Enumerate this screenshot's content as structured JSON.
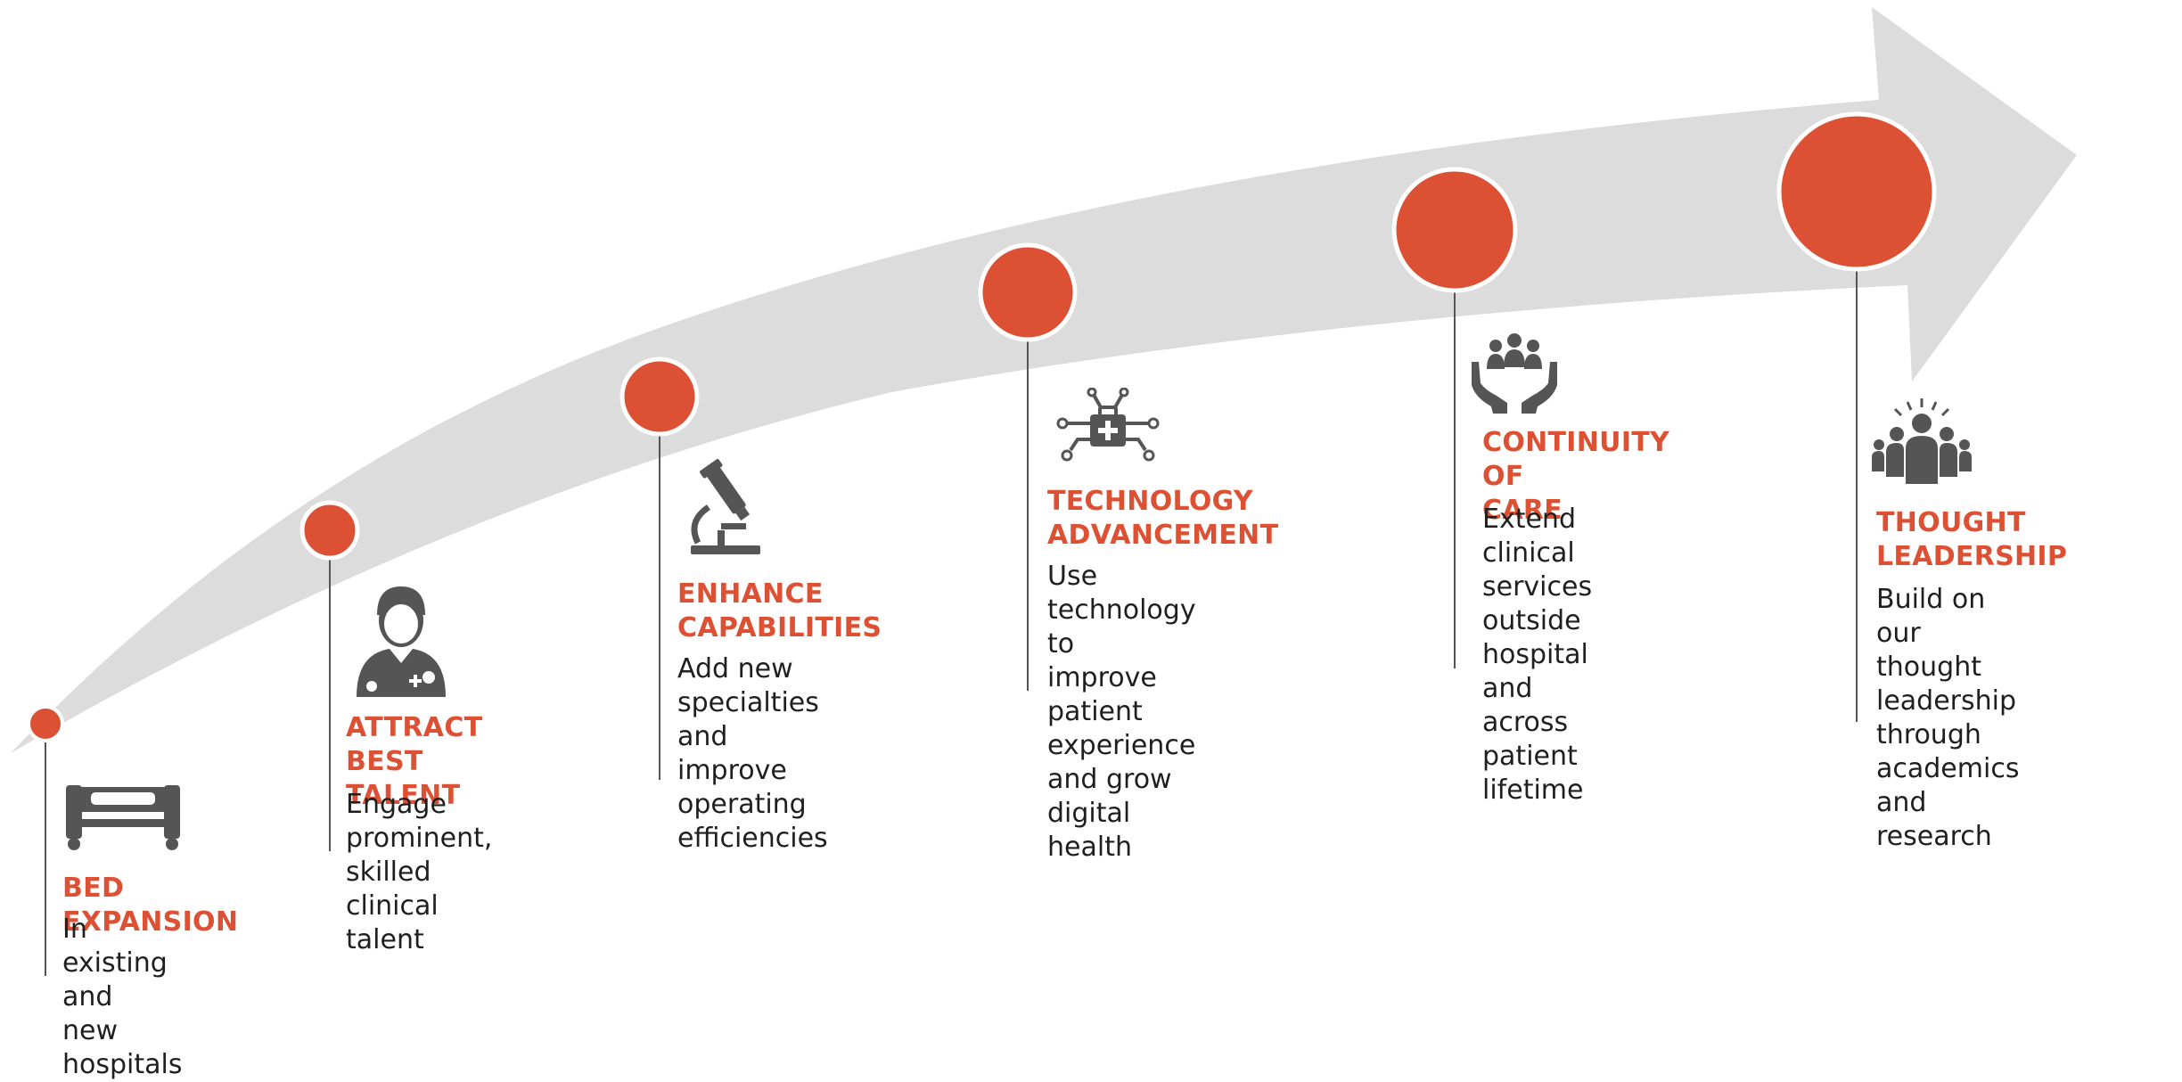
{
  "colors": {
    "accent": "#dc5134",
    "arrow": "#dcdcdc",
    "icon": "#555555",
    "leader_line": "#555555",
    "body_text": "#1f1f1f"
  },
  "milestones": [
    {
      "id": "bed-expansion",
      "icon": "hospital-bed-icon",
      "title": "BED EXPANSION",
      "description": "In existing and\nnew hospitals"
    },
    {
      "id": "attract-best-talent",
      "icon": "doctor-icon",
      "title": "ATTRACT BEST\nTALENT",
      "description": "Engage prominent,\nskilled clinical talent"
    },
    {
      "id": "enhance-capabilities",
      "icon": "microscope-icon",
      "title": "ENHANCE\nCAPABILITIES",
      "description": "Add new\nspecialties and\nimprove operating\nefficiencies"
    },
    {
      "id": "technology-advancement",
      "icon": "digital-medical-kit-icon",
      "title": "TECHNOLOGY\nADVANCEMENT",
      "description": "Use technology to\nimprove patient\nexperience and grow\ndigital health"
    },
    {
      "id": "continuity-of-care",
      "icon": "hands-holding-people-icon",
      "title": "CONTINUITY OF\nCARE",
      "description": "Extend clinical\nservices outside\nhospital and\nacross patient\nlifetime"
    },
    {
      "id": "thought-leadership",
      "icon": "group-leader-icon",
      "title": "THOUGHT\nLEADERSHIP",
      "description": "Build on our\nthought leadership\nthrough academics\nand research"
    }
  ]
}
